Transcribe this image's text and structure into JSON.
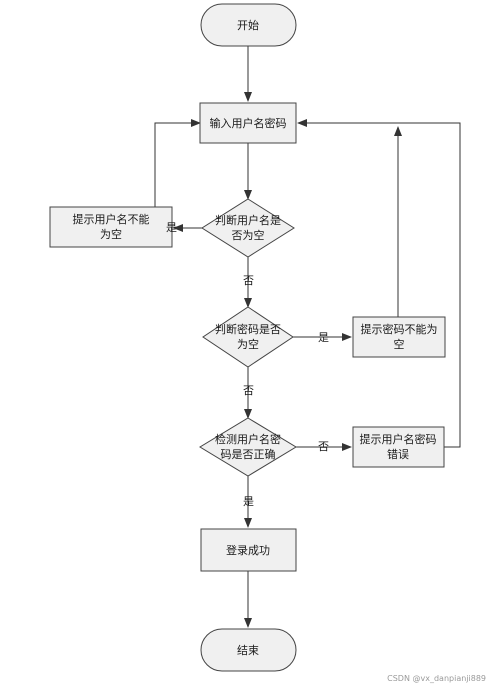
{
  "nodes": {
    "start": "开始",
    "input": "输入用户名密码",
    "check_user": [
      "判断用户名是",
      "否为空"
    ],
    "prompt_user_empty": [
      "提示用户名不能",
      "为空"
    ],
    "check_pass": [
      "判断密码是否",
      "为空"
    ],
    "prompt_pass_empty": [
      "提示密码不能为",
      "空"
    ],
    "check_correct": [
      "检测用户名密",
      "码是否正确"
    ],
    "prompt_wrong": [
      "提示用户名密码",
      "错误"
    ],
    "login_success": "登录成功",
    "end": "结束"
  },
  "edge_labels": {
    "user_empty_yes": "是",
    "user_empty_no": "否",
    "pass_empty_yes": "是",
    "pass_empty_no": "否",
    "correct_no": "否",
    "correct_yes": "是"
  },
  "watermark": "CSDN @vx_danpianji889"
}
